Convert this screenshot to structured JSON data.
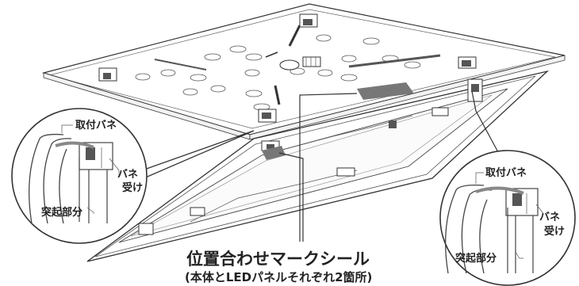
{
  "callout_left": {
    "spring_label": "取付バネ",
    "spring_receiver_label_line1": "バネ",
    "spring_receiver_label_line2": "受け",
    "protrusion_label": "突起部分"
  },
  "callout_right": {
    "spring_label": "取付バネ",
    "spring_receiver_label_line1": "バネ",
    "spring_receiver_label_line2": "受け",
    "protrusion_label": "突起部分"
  },
  "caption": {
    "title": "位置合わせマークシール",
    "subtitle": "(本体とLEDパネルそれぞれ2箇所)"
  },
  "colors": {
    "line": "#333333",
    "label": "#222222",
    "seal": "#777777",
    "background": "#ffffff"
  }
}
